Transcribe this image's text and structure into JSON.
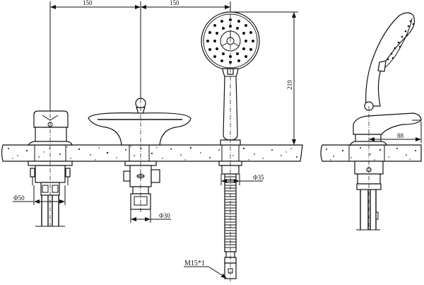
{
  "drawing": {
    "title": "Bath mixer 3-hole deck mount with hand shower — dimension drawing",
    "colors": {
      "line": "#111111",
      "background": "#ffffff"
    },
    "dimensions": {
      "spacing_left": "150",
      "spacing_right": "150",
      "handshower_height": "219",
      "valve_diameter": "Φ50",
      "spout_diameter": "Φ30",
      "handshower_base_diameter": "Φ35",
      "handle_reach": "88",
      "hose_thread": "M15*1"
    },
    "views": [
      {
        "name": "valve-front-view"
      },
      {
        "name": "spout-front-view"
      },
      {
        "name": "handshower-front-view"
      },
      {
        "name": "side-view"
      }
    ]
  }
}
